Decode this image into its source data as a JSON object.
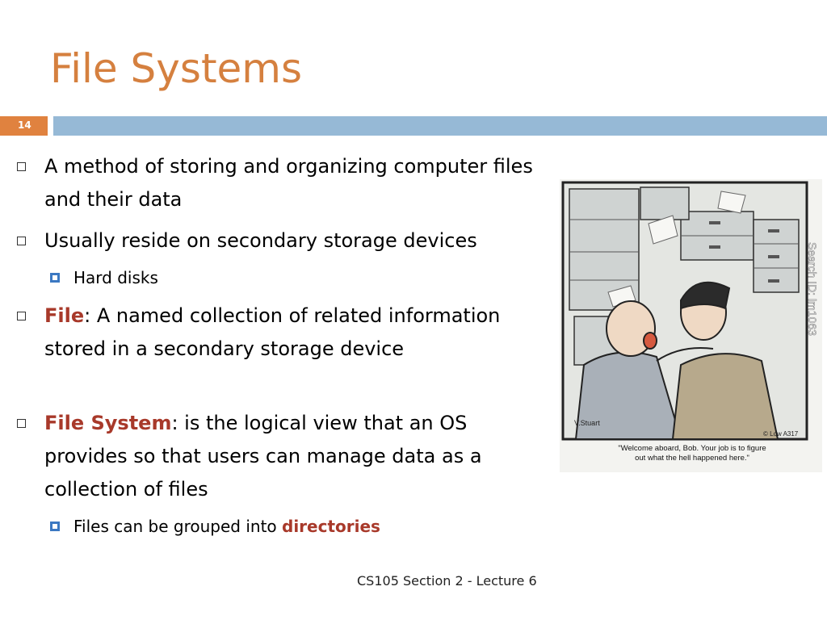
{
  "slide": {
    "title": "File Systems",
    "number": "14",
    "footer": "CS105 Section 2 - Lecture 6"
  },
  "bullets": [
    {
      "pre": "",
      "term": "",
      "rest": "A method of storing and organizing computer files and their data"
    },
    {
      "pre": "",
      "term": "",
      "rest": "Usually reside on secondary storage devices"
    },
    {
      "sub": "Hard disks"
    },
    {
      "pre": "",
      "term": "File",
      "rest": ": A named collection of related information stored in a secondary storage device"
    },
    {
      "pre": "",
      "term": "File System",
      "rest": ": is the logical view that an OS provides so that users can manage data as a collection of files"
    },
    {
      "sub_pre": "Files can be grouped into ",
      "sub_term": "directories"
    }
  ],
  "cartoon": {
    "caption_line1": "\"Welcome aboard, Bob. Your job is to figure",
    "caption_line2": "out what the hell happened here.\"",
    "signature": "V.Stuart",
    "code": "© Low A317",
    "watermark": "Search ID: lm1063"
  },
  "colors": {
    "title": "#d5803f",
    "accent_box": "#e0823f",
    "band": "#96b9d6",
    "highlight": "#a8392a",
    "sub_marker": "#3b78c2"
  }
}
